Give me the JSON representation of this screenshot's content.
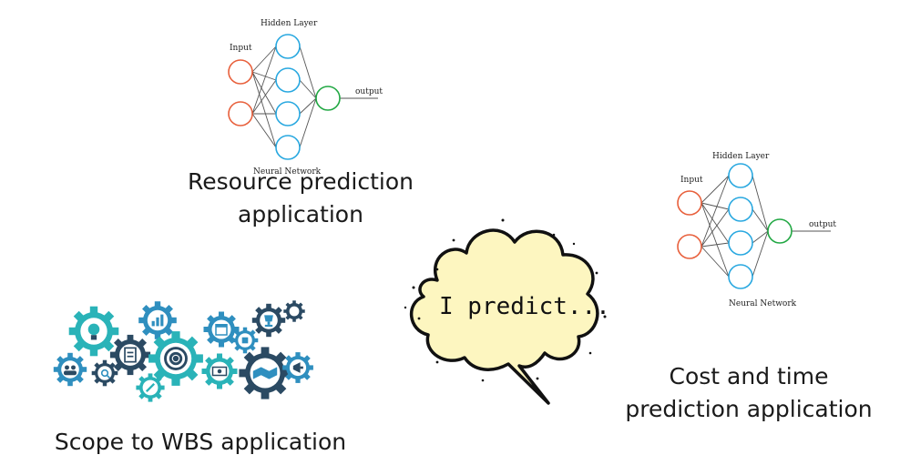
{
  "nn_top": {
    "hidden_label": "Hidden Layer",
    "input_label": "Input",
    "output_label": "output",
    "network_label": "Neural Network"
  },
  "nn_right": {
    "hidden_label": "Hidden Layer",
    "input_label": "Input",
    "output_label": "output",
    "network_label": "Neural Network"
  },
  "captions": {
    "resource_line1": "Resource prediction",
    "resource_line2": "application",
    "cost_line1": "Cost and time",
    "cost_line2": "prediction application",
    "scope": "Scope to WBS application"
  },
  "cloud": {
    "text": "I predict..."
  },
  "colors": {
    "input_node": "#e8603c",
    "hidden_node": "#29a8e0",
    "output_node": "#22a844",
    "cloud_fill": "#fdf6c0",
    "gear_dark": "#2b4a63",
    "gear_blue": "#2f8fbf",
    "gear_teal": "#2ab3b8"
  },
  "gears": {
    "icons": [
      "lightbulb-icon",
      "chart-icon",
      "checklist-icon",
      "target-icon",
      "team-icon",
      "search-icon",
      "pencil-icon",
      "calendar-icon",
      "trophy-icon",
      "puzzle-icon",
      "handshake-icon",
      "megaphone-icon",
      "money-icon"
    ]
  }
}
